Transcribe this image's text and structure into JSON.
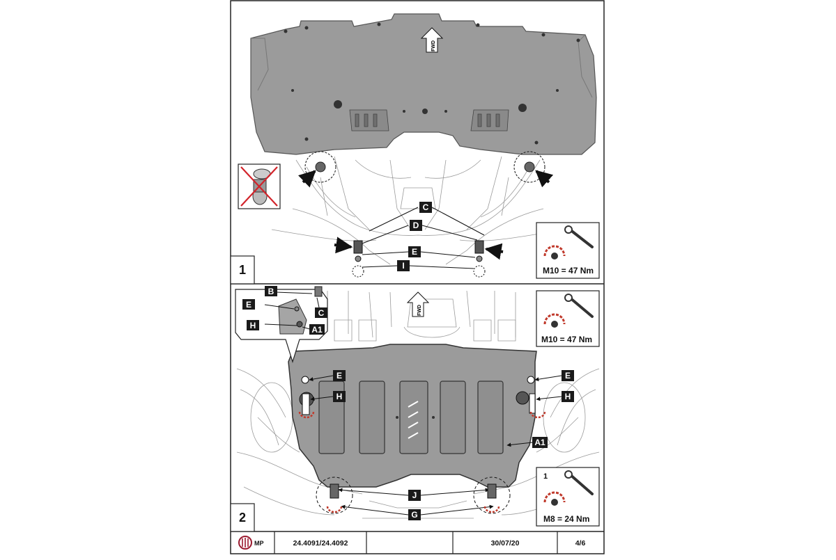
{
  "panel1": {
    "number": "1",
    "fwd": "FWD",
    "labels": {
      "c": "C",
      "d": "D",
      "e": "E",
      "i": "I"
    },
    "torque": {
      "text": "M10 =  47 Nm"
    }
  },
  "panel2": {
    "number": "2",
    "fwd": "FWD",
    "inset_labels": {
      "b": "B",
      "c": "C",
      "e": "E",
      "h": "H",
      "a1": "A1"
    },
    "labels": {
      "e_left": "E",
      "e_right": "E",
      "h_left": "H",
      "h_right": "H",
      "a1": "A1",
      "j": "J",
      "g": "G"
    },
    "torque_top": {
      "text": "M10 =  47 Nm"
    },
    "torque_bottom": {
      "step": "1",
      "text": "M8 =  24 Nm"
    }
  },
  "footer": {
    "logo_text": "MP",
    "part_number": "24.4091/24.4092",
    "blank": "",
    "date": "30/07/20",
    "page": "4/6"
  },
  "colors": {
    "plate": "#9b9b9b",
    "plate_dark": "#7a7a7a",
    "border": "#222222"
  },
  "icons": [
    "fwd-arrow-icon",
    "torque-wrench-icon",
    "rotation-arrow-icon",
    "no-tool-icon",
    "brand-logo-icon"
  ]
}
